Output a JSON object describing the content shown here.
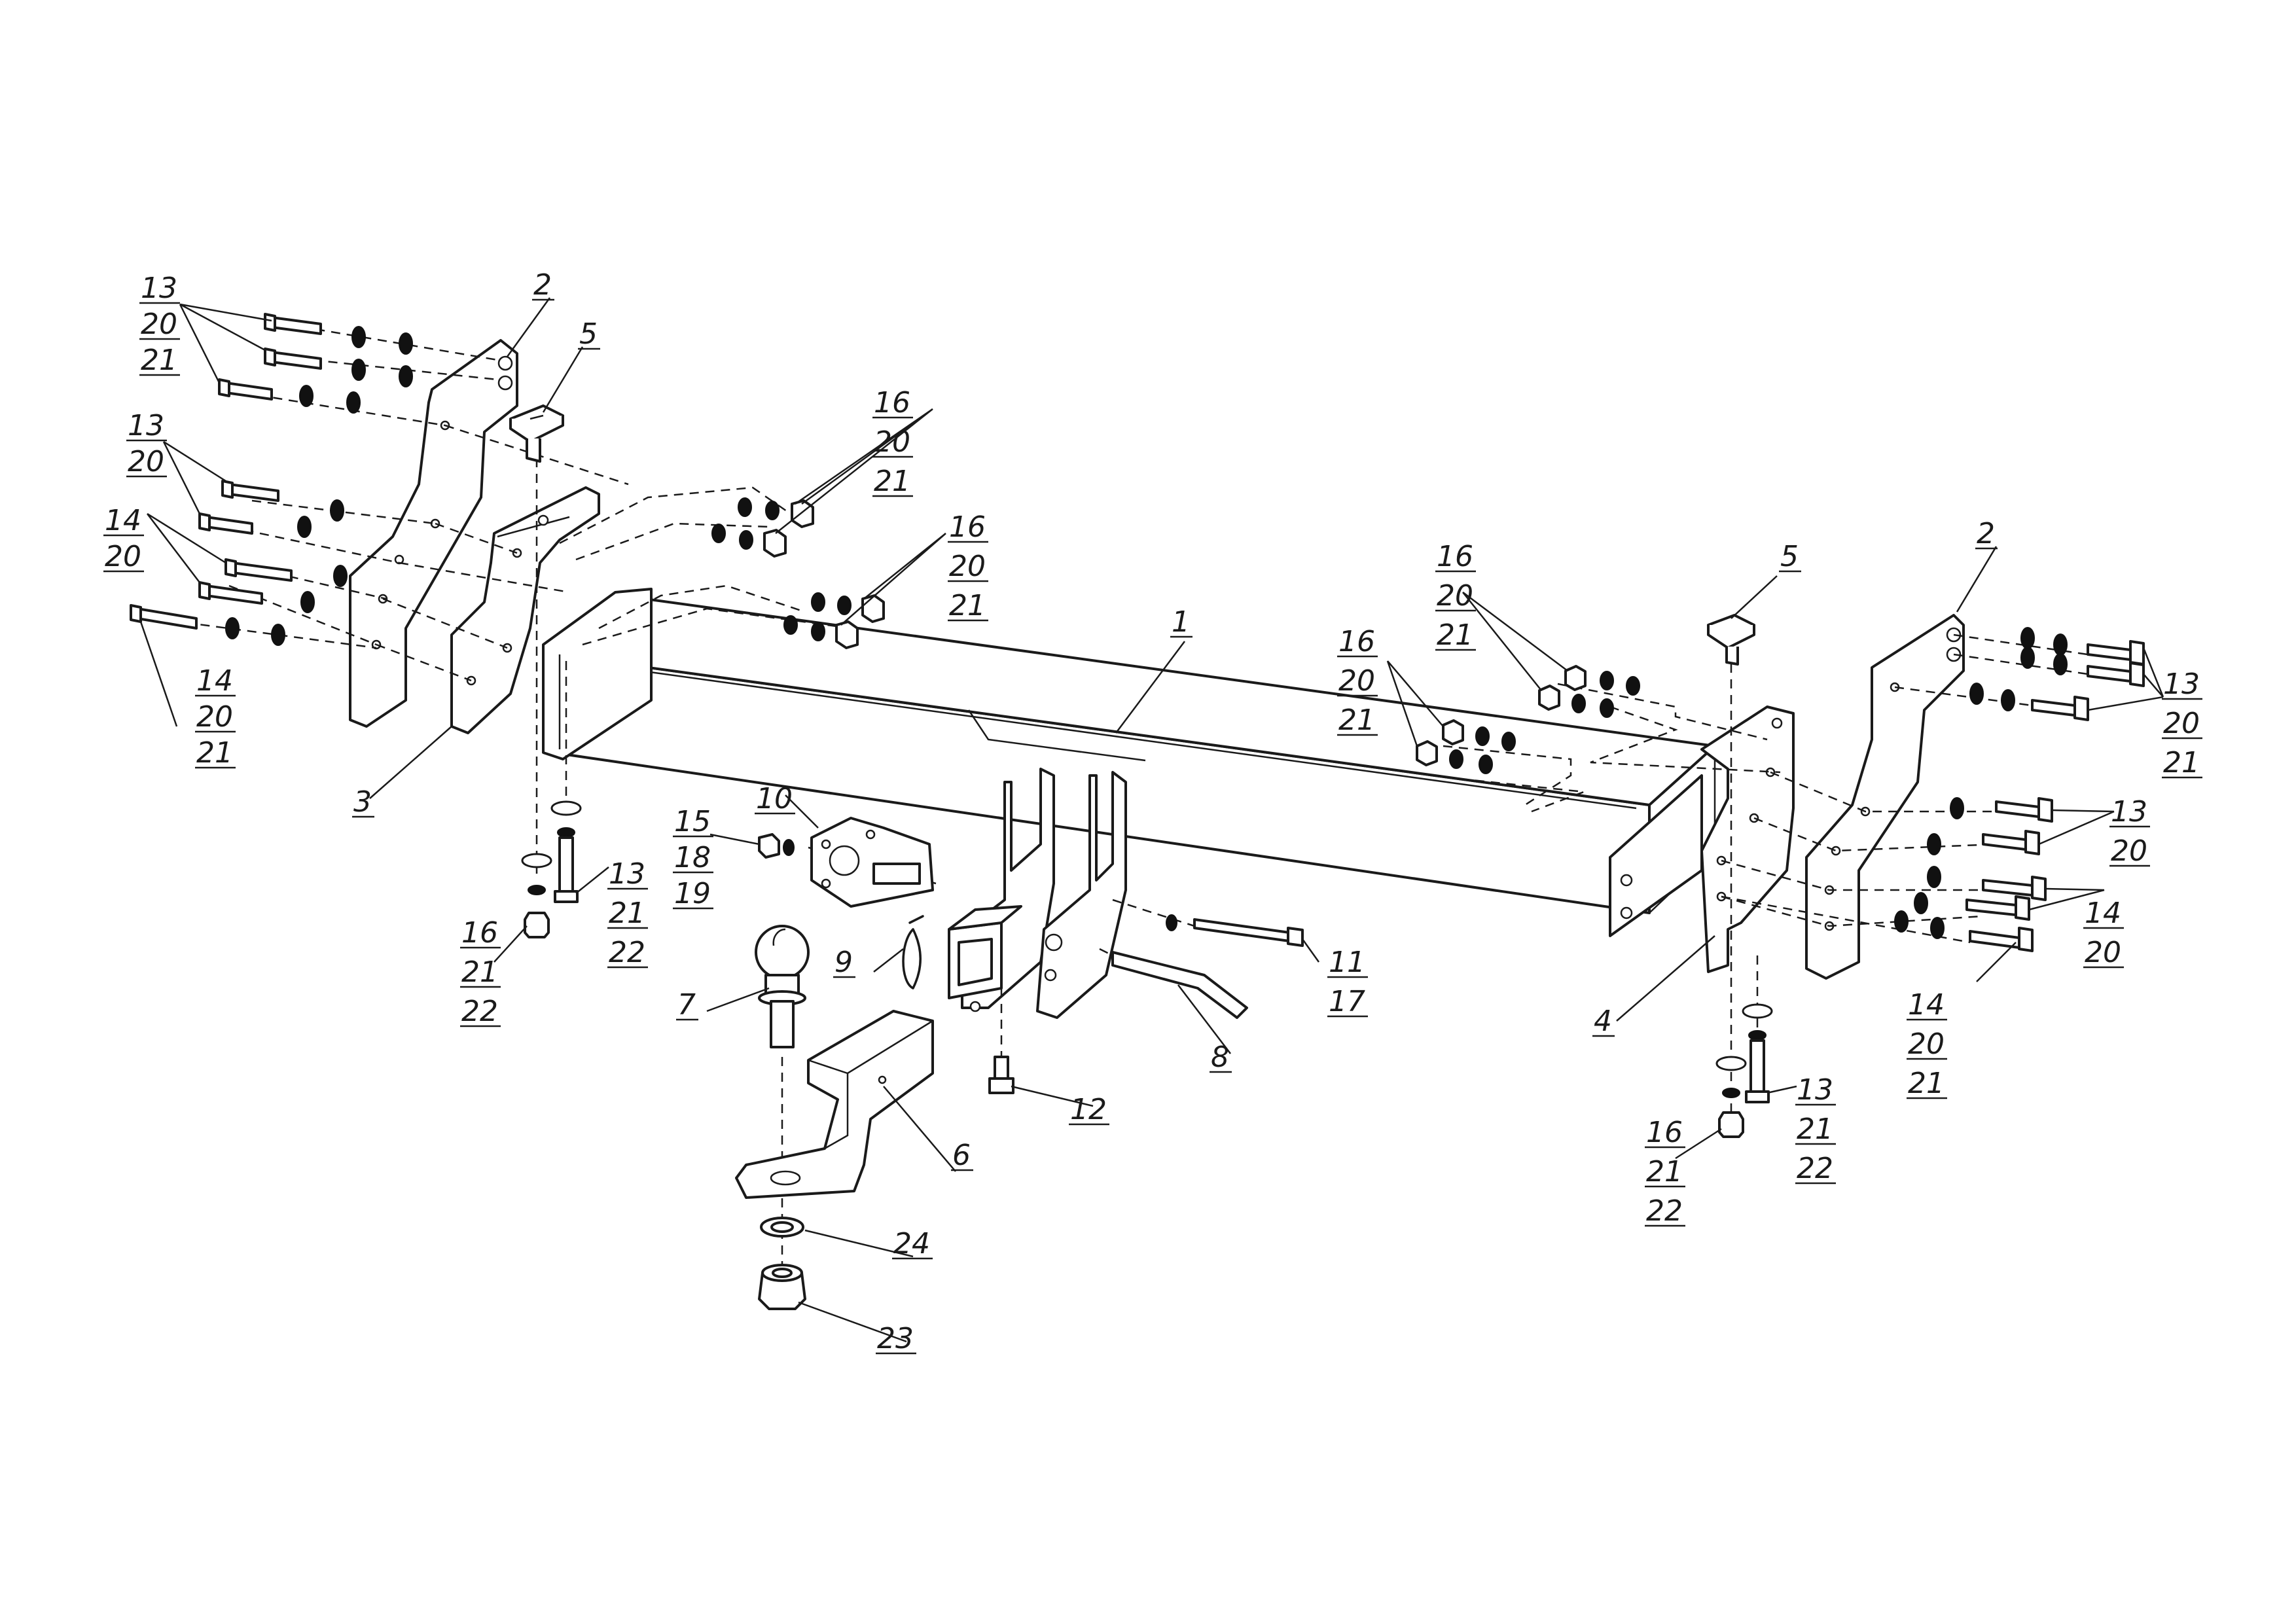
{
  "callouts": [
    {
      "id": "c-13-20-21-tl",
      "lines": [
        "13",
        "20",
        "21"
      ]
    },
    {
      "id": "c-2-left",
      "lines": [
        "2"
      ]
    },
    {
      "id": "c-5-left",
      "lines": [
        "5"
      ]
    },
    {
      "id": "c-13-20-ml",
      "lines": [
        "13",
        "20"
      ]
    },
    {
      "id": "c-14-20-ml",
      "lines": [
        "14",
        "20"
      ]
    },
    {
      "id": "c-14-20-21-bl",
      "lines": [
        "14",
        "20",
        "21"
      ]
    },
    {
      "id": "c-3",
      "lines": [
        "3"
      ]
    },
    {
      "id": "c-16-20-21-a",
      "lines": [
        "16",
        "20",
        "21"
      ]
    },
    {
      "id": "c-16-20-21-b",
      "lines": [
        "16",
        "20",
        "21"
      ]
    },
    {
      "id": "c-1",
      "lines": [
        "1"
      ]
    },
    {
      "id": "c-16-20-21-c",
      "lines": [
        "16",
        "20",
        "21"
      ]
    },
    {
      "id": "c-16-20-21-d",
      "lines": [
        "16",
        "20",
        "21"
      ]
    },
    {
      "id": "c-5-right",
      "lines": [
        "5"
      ]
    },
    {
      "id": "c-2-right",
      "lines": [
        "2"
      ]
    },
    {
      "id": "c-13-20-21-tr",
      "lines": [
        "13",
        "20",
        "21"
      ]
    },
    {
      "id": "c-13-20-mr",
      "lines": [
        "13",
        "20"
      ]
    },
    {
      "id": "c-14-20-mr",
      "lines": [
        "14",
        "20"
      ]
    },
    {
      "id": "c-14-20-21-br",
      "lines": [
        "14",
        "20",
        "21"
      ]
    },
    {
      "id": "c-4",
      "lines": [
        "4"
      ]
    },
    {
      "id": "c-13-21-22-l",
      "lines": [
        "13",
        "21",
        "22"
      ]
    },
    {
      "id": "c-16-21-22-l",
      "lines": [
        "16",
        "21",
        "22"
      ]
    },
    {
      "id": "c-15-18-19",
      "lines": [
        "15",
        "18",
        "19"
      ]
    },
    {
      "id": "c-10",
      "lines": [
        "10"
      ]
    },
    {
      "id": "c-9",
      "lines": [
        "9"
      ]
    },
    {
      "id": "c-7",
      "lines": [
        "7"
      ]
    },
    {
      "id": "c-6",
      "lines": [
        "6"
      ]
    },
    {
      "id": "c-24",
      "lines": [
        "24"
      ]
    },
    {
      "id": "c-23",
      "lines": [
        "23"
      ]
    },
    {
      "id": "c-12",
      "lines": [
        "12"
      ]
    },
    {
      "id": "c-11-17",
      "lines": [
        "11",
        "17"
      ]
    },
    {
      "id": "c-8",
      "lines": [
        "8"
      ]
    },
    {
      "id": "c-13-21-22-r",
      "lines": [
        "13",
        "21",
        "22"
      ]
    },
    {
      "id": "c-16-21-22-r",
      "lines": [
        "16",
        "21",
        "22"
      ]
    }
  ]
}
